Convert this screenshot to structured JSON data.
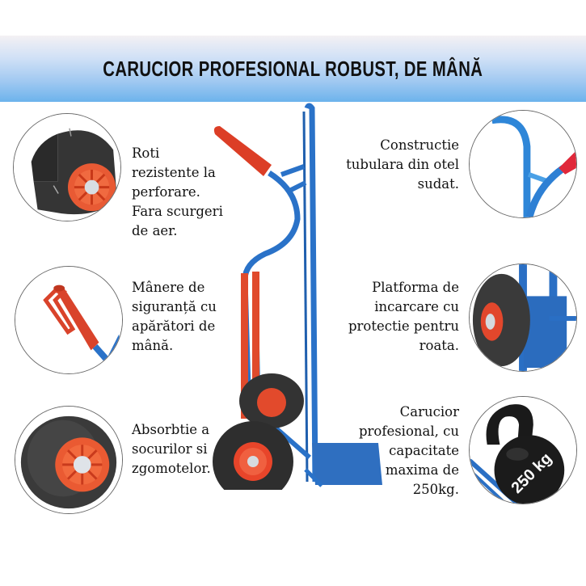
{
  "banner": {
    "title": "CARUCIOR PROFESIONAL ROBUST, DE MÂNĂ",
    "gradient_top": "#f4f1f4",
    "gradient_bottom": "#6cb3ec"
  },
  "features_left": [
    {
      "icon": "puncture-resistant-wheel-icon",
      "text": "Roti\nrezistente la\nperforare.\nFara scurgeri\nde aer."
    },
    {
      "icon": "safety-handle-icon",
      "text": "Mânere de\nsiguranță cu\napărători de\nmână."
    },
    {
      "icon": "shock-absorbing-wheel-icon",
      "text": "Absorbtie a\nsocurilor si\nzgomotelor."
    }
  ],
  "features_right": [
    {
      "icon": "welded-steel-tube-icon",
      "text": "Constructie\ntubulara din otel\nsudat."
    },
    {
      "icon": "loading-platform-icon",
      "text": "Platforma de\nincarcare cu\nprotectie pentru\nroata."
    },
    {
      "icon": "kettlebell-250kg-icon",
      "text": "Carucior\nprofesional, cu\ncapacitate\nmaxima de\n250kg."
    }
  ],
  "kettlebell_label": "250 kg",
  "colors": {
    "frame_blue": "#2a72c8",
    "handle_red": "#e0402a",
    "tire_black": "#2b2b2b",
    "hub_red": "#e8442c"
  }
}
